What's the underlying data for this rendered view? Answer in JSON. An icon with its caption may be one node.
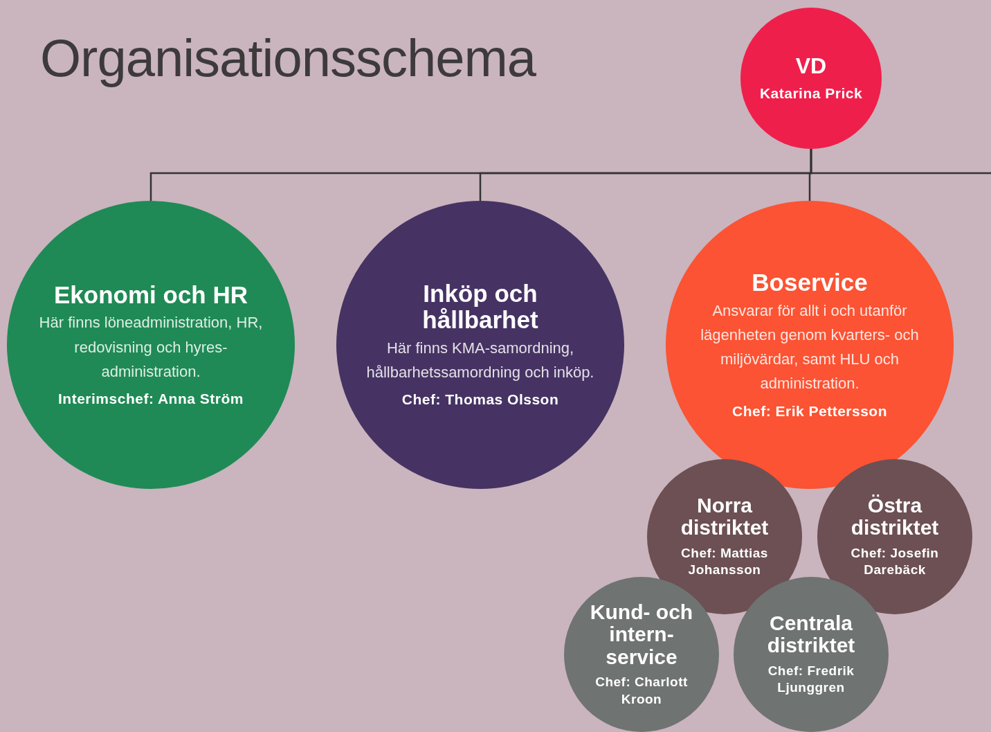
{
  "diagram": {
    "title": "Organisationsschema",
    "nodes": [
      {
        "text": [
          "VD",
          "Katarina Prick"
        ]
      },
      {
        "text": [
          "Ekonomi och HR",
          "Här finns löneadministration, HR, redovisning och hyres-administration.",
          "Interimschef: Anna Ström"
        ]
      },
      {
        "text": [
          "Inköp och hållbarhet",
          "Här finns KMA-samordning, hållbarhetssamordning och inköp.",
          "Chef: Thomas Olsson"
        ]
      },
      {
        "text": [
          "Boservice",
          "Ansvarar för allt i och utanför lägenheten genom kvarters- och miljövärdar, samt HLU och administration.",
          "Chef: Erik Pettersson"
        ]
      },
      {
        "text": [
          "Norra distriktet",
          "Chef: Mattias Johansson"
        ]
      },
      {
        "text": [
          "Östra distriktet",
          "Chef: Josefin Darebäck"
        ]
      },
      {
        "text": [
          "Kund- och intern-service",
          "Chef: Charlott Kroon"
        ]
      },
      {
        "text": [
          "Centrala distriktet",
          "Chef: Fredrik Ljunggren"
        ]
      }
    ],
    "edges": [
      {
        "from": 0,
        "to": 1,
        "arrow": "none"
      },
      {
        "from": 0,
        "to": 2,
        "arrow": "none"
      },
      {
        "from": 0,
        "to": 3,
        "arrow": "none"
      },
      {
        "from": 0,
        "to": null,
        "arrow": "none"
      }
    ]
  }
}
